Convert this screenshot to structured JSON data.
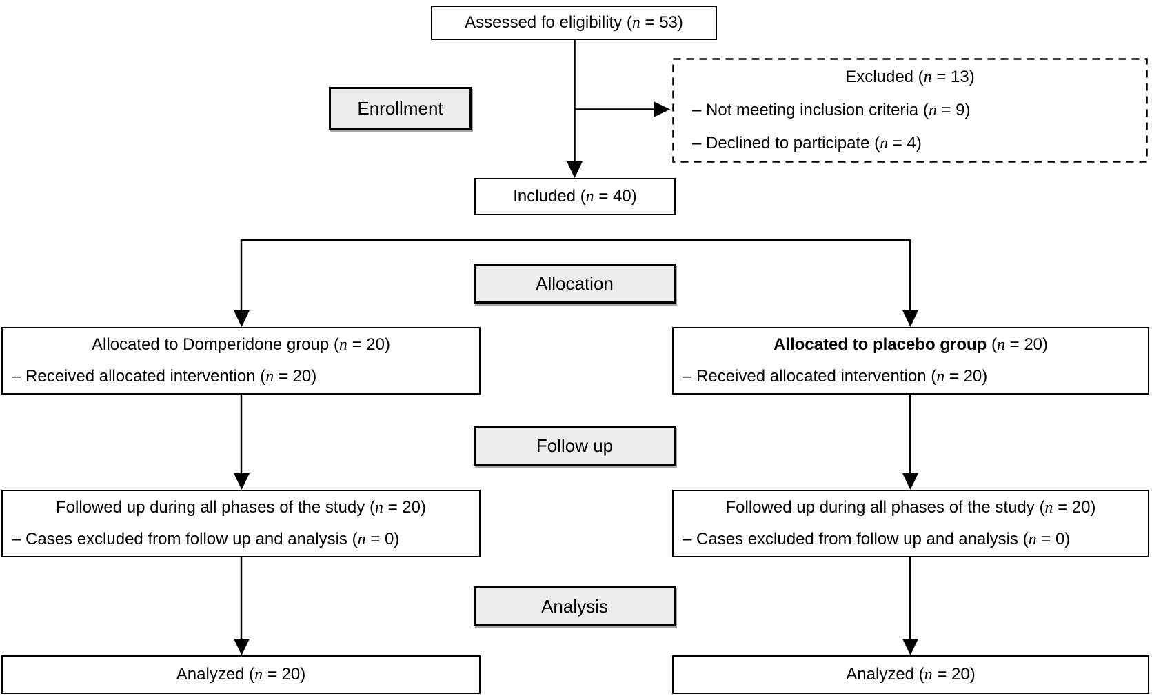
{
  "colors": {
    "background": "#ffffff",
    "box_border": "#000000",
    "label_fill": "#ececec",
    "text": "#000000"
  },
  "stage_labels": {
    "enrollment": "Enrollment",
    "allocation": "Allocation",
    "follow_up": "Follow up",
    "analysis": "Analysis"
  },
  "boxes": {
    "assessed": {
      "pre": "Assessed fo eligibility (",
      "n": "n",
      "post": " = 53)"
    },
    "excluded": {
      "title": {
        "pre": "Excluded (",
        "n": "n",
        "post": " = 13)"
      },
      "item1": {
        "pre": "– Not meeting inclusion criteria (",
        "n": "n",
        "post": " = 9)"
      },
      "item2": {
        "pre": "– Declined to participate (",
        "n": "n",
        "post": " = 4)"
      }
    },
    "included": {
      "pre": "Included (",
      "n": "n",
      "post": " = 40)"
    },
    "alloc_left": {
      "line1": {
        "pre": "Allocated to Domperidone group (",
        "n": "n",
        "post": " = 20)"
      },
      "line2": {
        "pre": "– Received allocated intervention (",
        "n": "n",
        "post": " = 20)"
      }
    },
    "alloc_right": {
      "line1_bold": "Allocated to placebo group ",
      "line1": {
        "pre": "(",
        "n": "n",
        "post": " = 20)"
      },
      "line2": {
        "pre": "– Received allocated intervention (",
        "n": "n",
        "post": " = 20)"
      }
    },
    "follow_left": {
      "line1": {
        "pre": "Followed up during all phases of the study (",
        "n": "n",
        "post": " = 20)"
      },
      "line2": {
        "pre": "– Cases excluded from follow up and analysis (",
        "n": "n",
        "post": " = 0)"
      }
    },
    "follow_right": {
      "line1": {
        "pre": "Followed up during all phases of the study (",
        "n": "n",
        "post": " = 20)"
      },
      "line2": {
        "pre": "– Cases excluded from follow up and analysis (",
        "n": "n",
        "post": " = 0)"
      }
    },
    "analyzed_left": {
      "pre": "Analyzed (",
      "n": "n",
      "post": " = 20)"
    },
    "analyzed_right": {
      "pre": "Analyzed (",
      "n": "n",
      "post": " = 20)"
    }
  }
}
